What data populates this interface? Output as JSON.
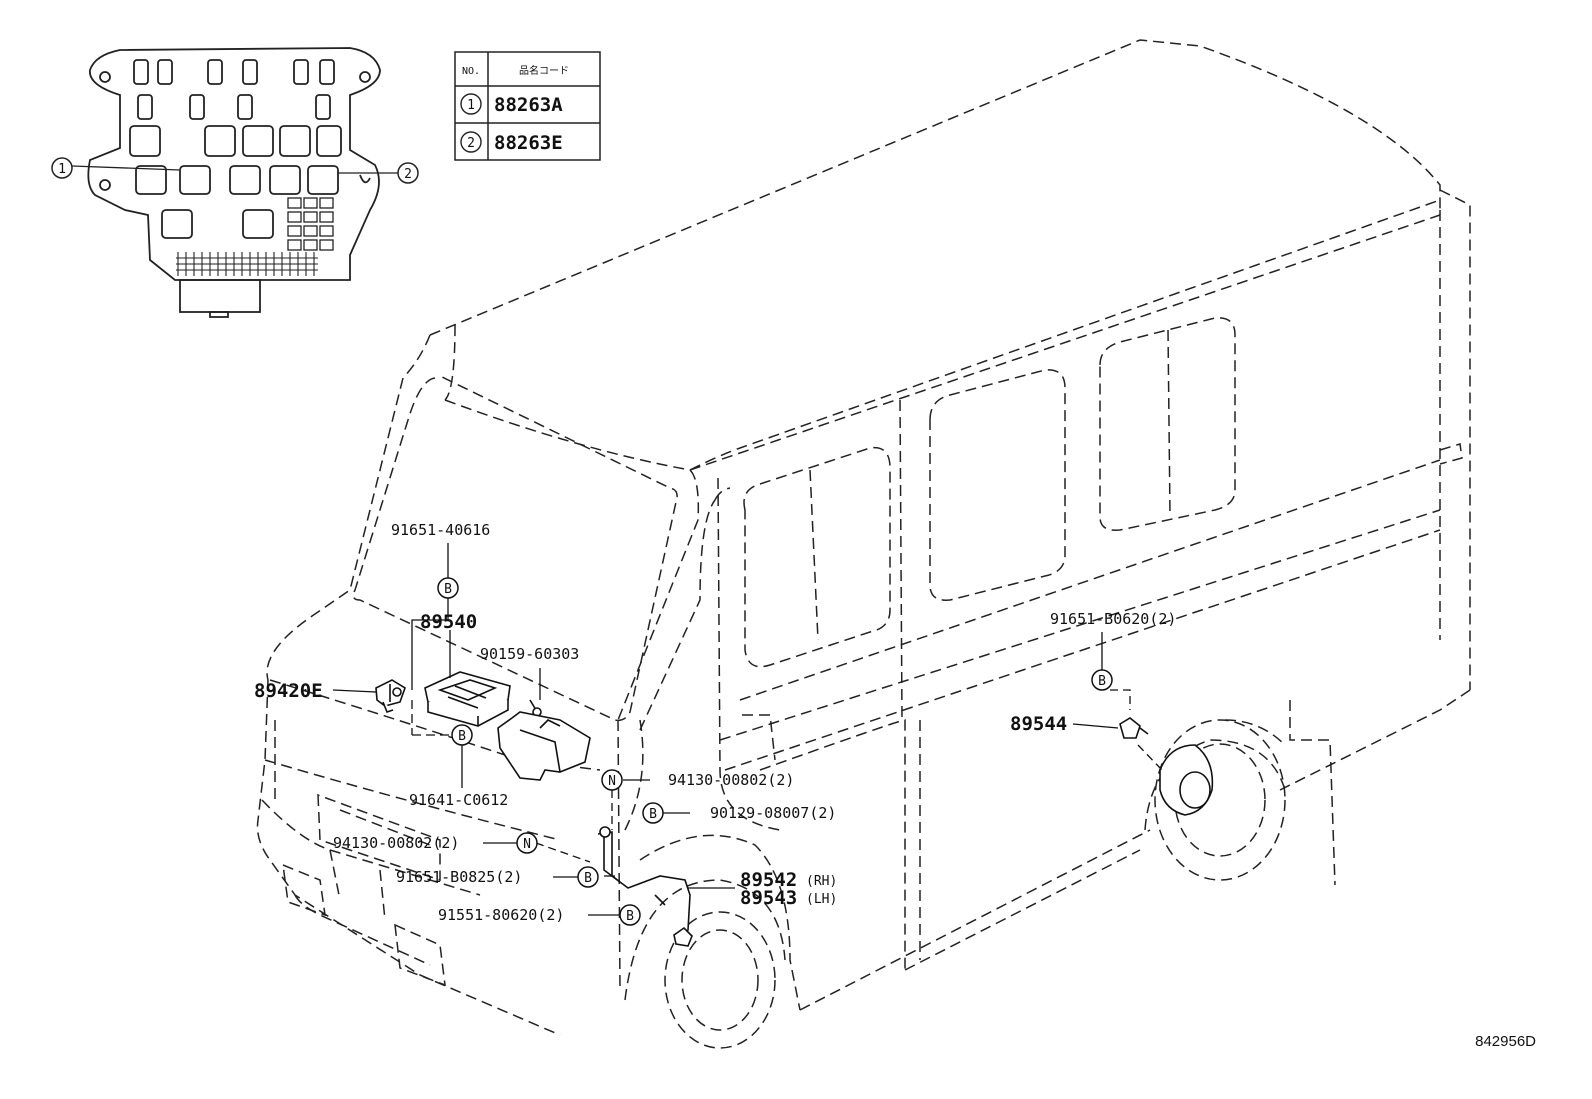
{
  "table": {
    "header_no": "NO.",
    "header_code": "品名コード",
    "rows": [
      {
        "no": "1",
        "code": "88263A"
      },
      {
        "no": "2",
        "code": "88263E"
      }
    ]
  },
  "inset_callouts": {
    "left": "1",
    "right": "2"
  },
  "markers": {
    "b": "B",
    "n": "N"
  },
  "labels": {
    "p91651_40616": "91651-40616",
    "p89540": "89540",
    "p90159_60303": "90159-60303",
    "p89420E": "89420E",
    "p91641_C0612": "91641-C0612",
    "p94130_00802_right": "94130-00802(2)",
    "p90129_08007": "90129-08007(2)",
    "p94130_00802_left": "94130-00802(2)",
    "p91651_B0825": "91651-B0825(2)",
    "p89542": "89542",
    "p89542_side": "(RH)",
    "p89543": "89543",
    "p89543_side": "(LH)",
    "p91551_80620": "91551-80620(2)",
    "p91651_B0620": "91651-B0620(2)",
    "p89544": "89544"
  },
  "drawing_id": "842956D"
}
